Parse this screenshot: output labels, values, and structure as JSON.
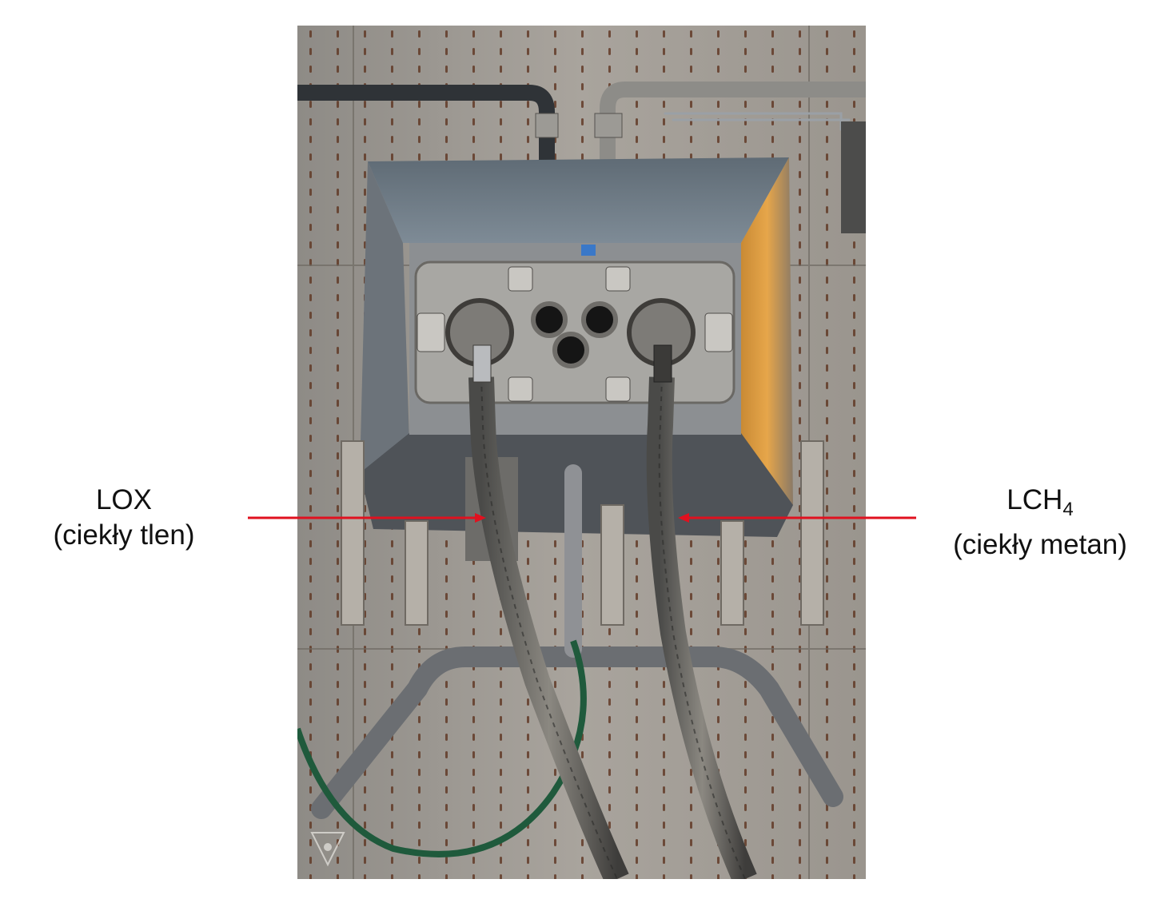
{
  "annotations": {
    "lox": {
      "line1": "LOX",
      "line2": "(ciekły tlen)"
    },
    "lch4": {
      "line1_base": "LCH",
      "line1_sub": "4",
      "line2": "(ciekły metan)"
    }
  },
  "photo": {
    "watermark_icon": "triangle-logo-icon",
    "subject": "quick-disconnect umbilical plate with two braided cryogenic hoses on a stainless steel tank wall"
  },
  "colors": {
    "arrow": "#e0111f",
    "steel_light": "#b8b2aa",
    "steel_dark": "#5e6166",
    "hood": "#7b8791",
    "rust": "#6e3b22",
    "warm_light": "#d99a3a",
    "green_cable": "#1f5a3c"
  }
}
